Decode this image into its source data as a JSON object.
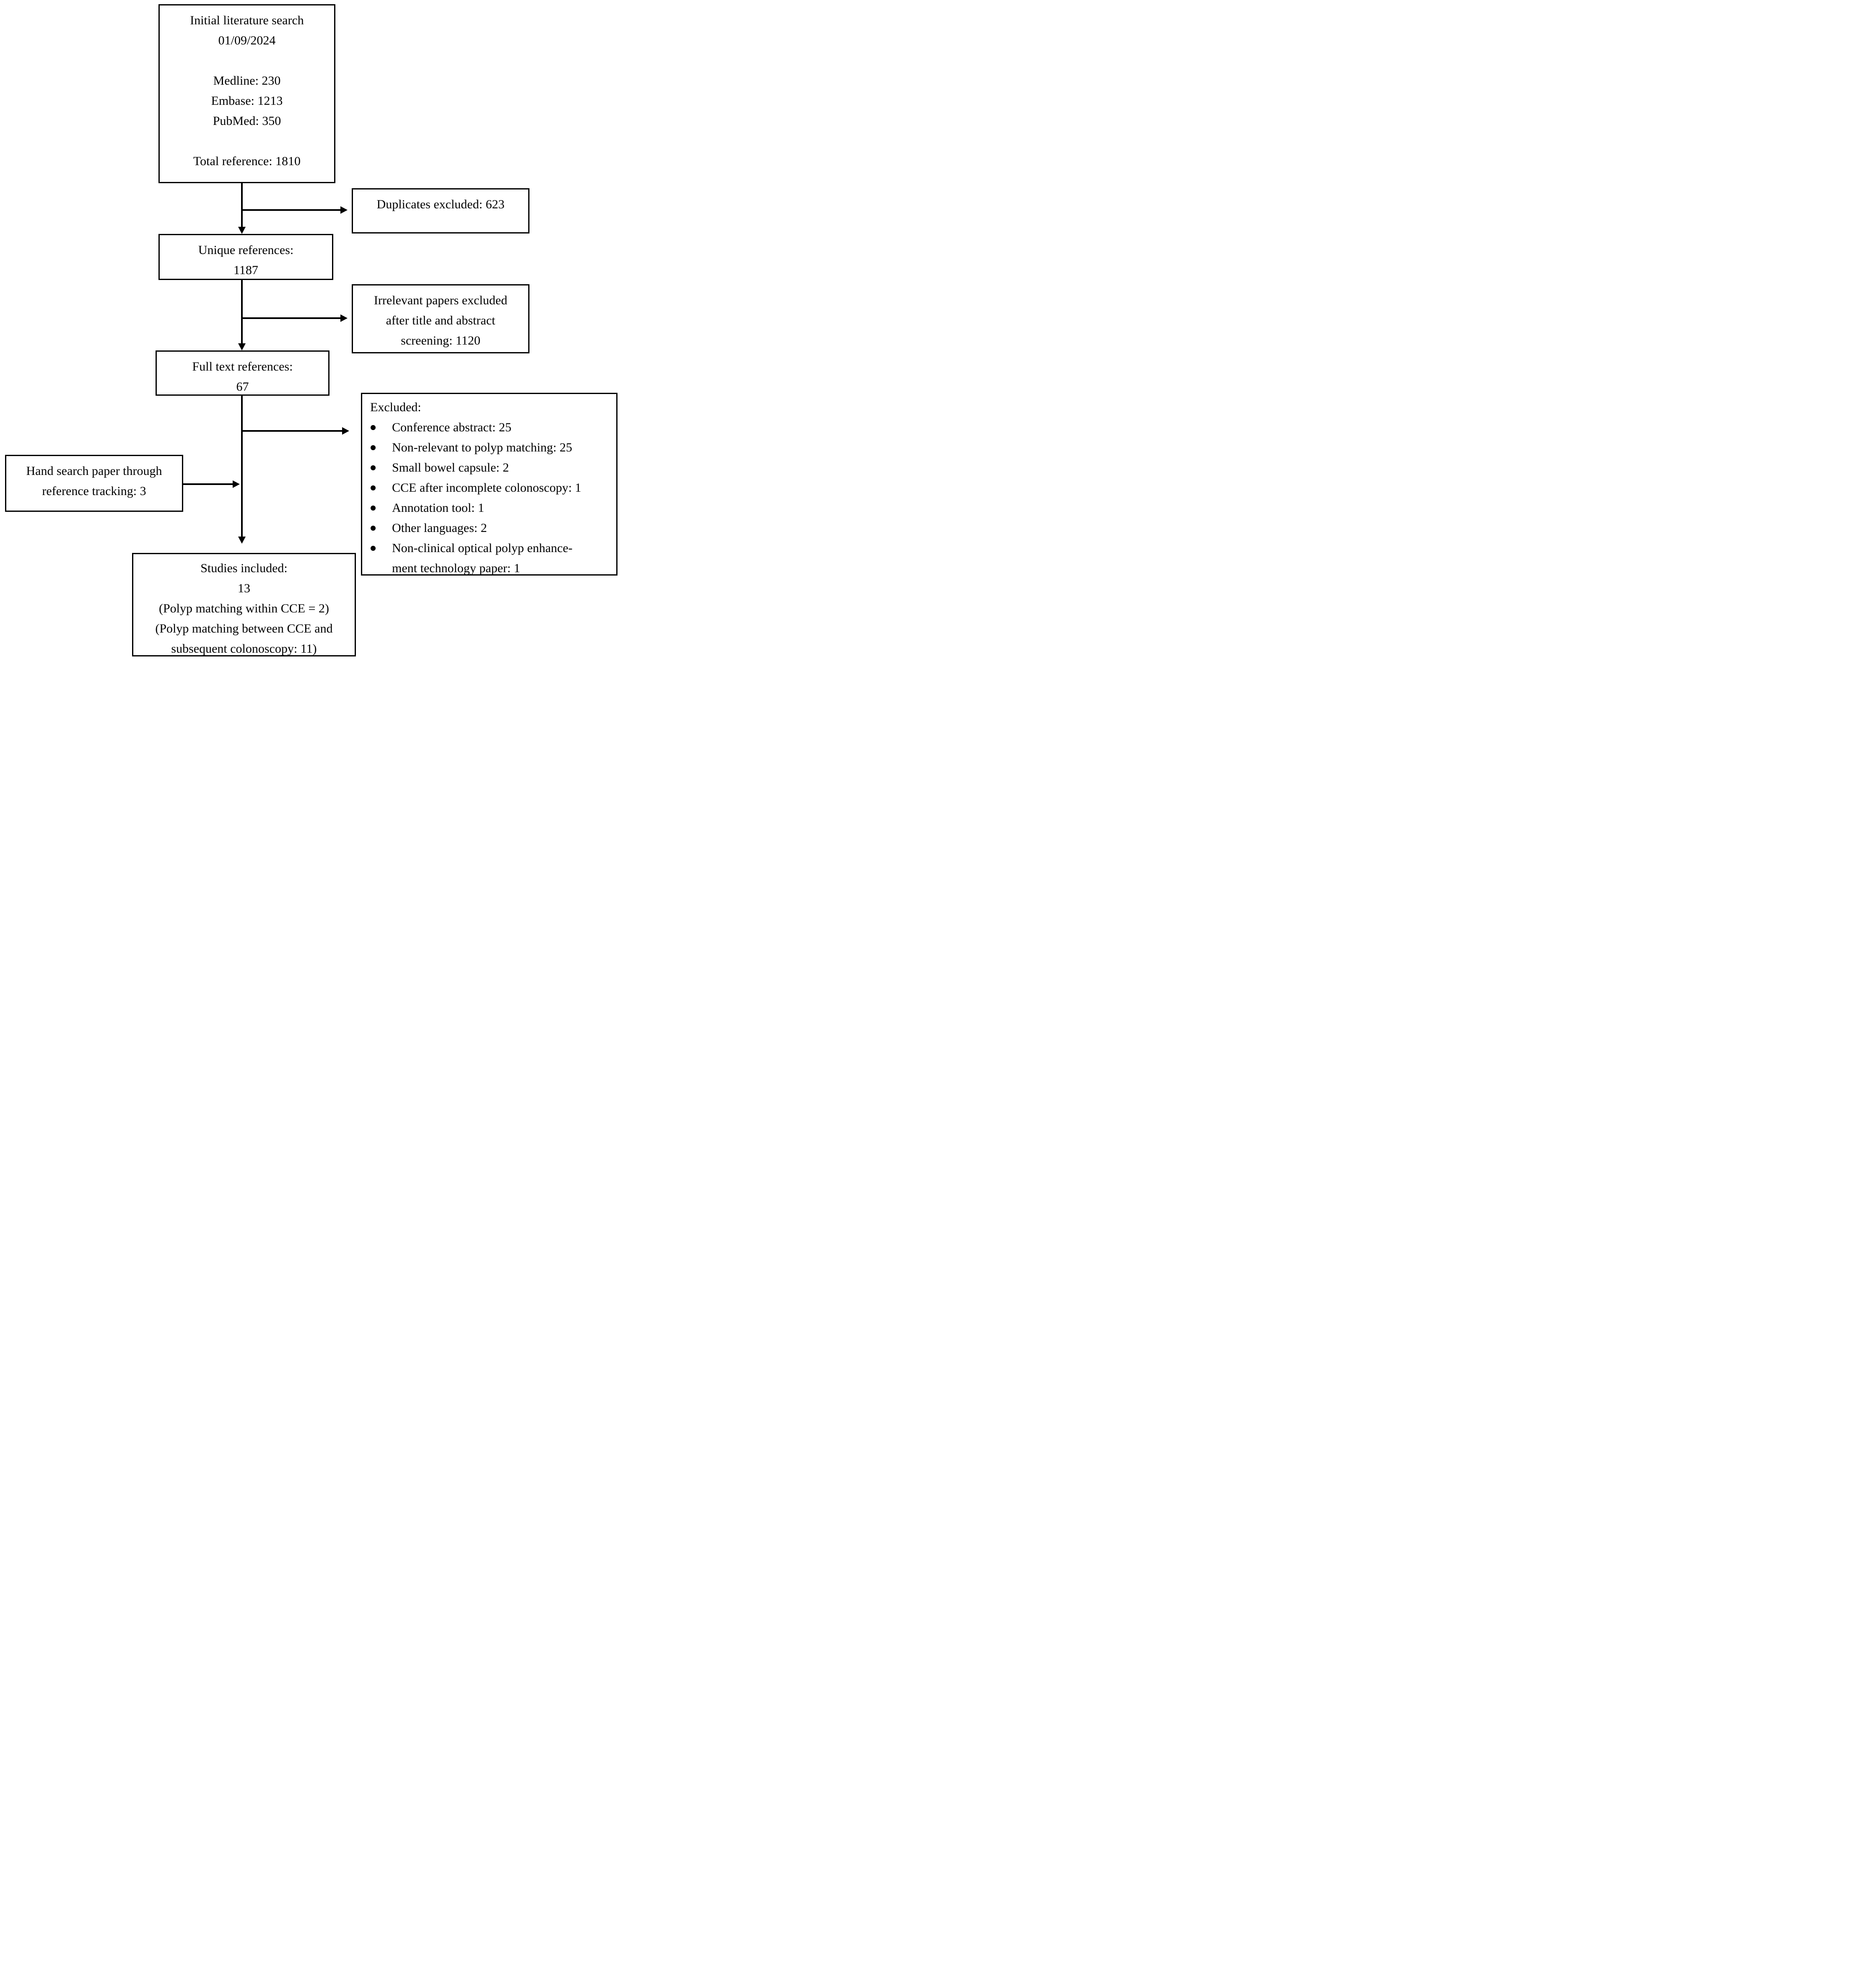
{
  "colors": {
    "background": "#ffffff",
    "border": "#000000",
    "text": "#000000"
  },
  "boxes": {
    "initial_search": {
      "lines": [
        "Initial literature search",
        "01/09/2024",
        "",
        "Medline: 230",
        "Embase: 1213",
        "PubMed: 350",
        "",
        "Total reference: 1810"
      ]
    },
    "duplicates": {
      "lines": [
        "Duplicates excluded: 623"
      ]
    },
    "unique": {
      "lines": [
        "Unique references:",
        "1187"
      ]
    },
    "irrelevant": {
      "lines": [
        "Irrelevant papers excluded",
        "after title and abstract",
        "screening: 1120"
      ]
    },
    "fulltext": {
      "lines": [
        "Full text references:",
        "67"
      ]
    },
    "excluded": {
      "heading": "Excluded:",
      "items": [
        "Conference abstract: 25",
        "Non-relevant to polyp matching: 25",
        "Small bowel capsule: 2",
        "CCE after incomplete colonoscopy: 1",
        "Annotation tool: 1",
        "Other languages: 2",
        "Non-clinical optical polyp enhance-\nment technology paper: 1"
      ]
    },
    "hand_search": {
      "lines": [
        "Hand search paper through",
        "reference tracking: 3"
      ]
    },
    "studies": {
      "lines": [
        "Studies included:",
        "13",
        "(Polyp matching within CCE = 2)",
        "(Polyp matching between CCE and",
        "subsequent colonoscopy: 11)"
      ]
    }
  }
}
